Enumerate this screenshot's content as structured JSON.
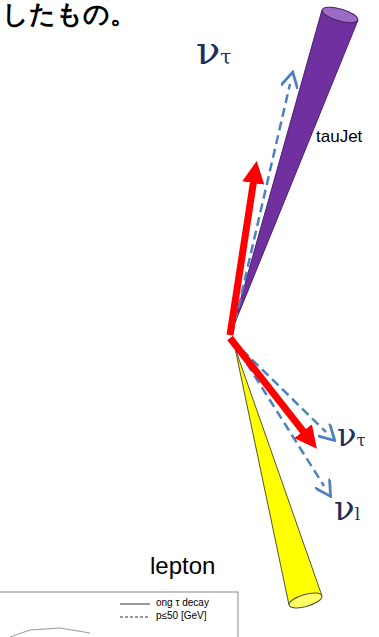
{
  "diagram": {
    "labels": [
      "したもの。",
      "ντ",
      "tauJet",
      "ντ",
      "νl",
      "lepton",
      "ong τ decay",
      "p≤50 [GeV]"
    ]
  }
}
